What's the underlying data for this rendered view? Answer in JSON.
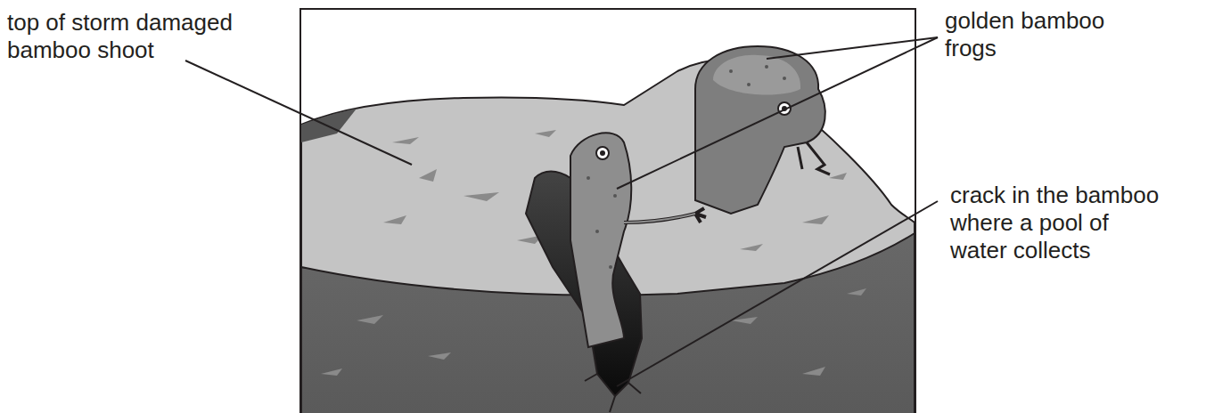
{
  "diagram": {
    "labels": [
      "top of storm damaged bamboo shoot",
      "golden bamboo frogs",
      "crack in the bamboo where a pool of water collects"
    ]
  }
}
